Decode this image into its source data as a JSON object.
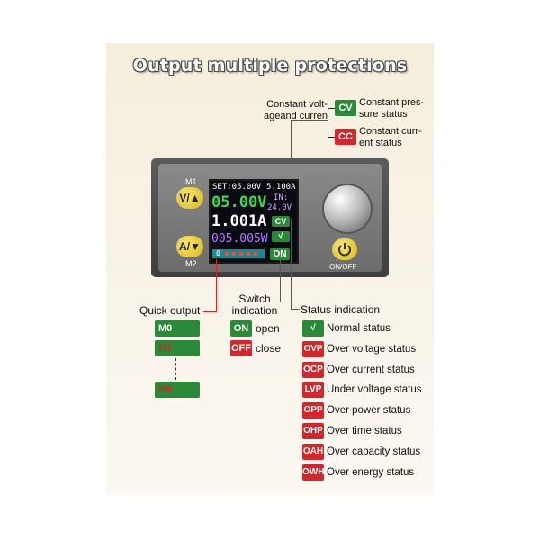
{
  "title": "Output multiple protections",
  "top_labels": {
    "cv_group": "Constant volt-\nageand curren",
    "cv_badge": "CV",
    "cv_desc": "Constant pres-\nsure status",
    "cc_badge": "CC",
    "cc_desc": "Constant curr-\nent status"
  },
  "screen": {
    "set_line": "SET:05.00V",
    "set_current": "5.100A",
    "in_label": "IN:",
    "in_value": "24.0V",
    "voltage": "05.00V",
    "current": "1.001A",
    "power": "005.005W",
    "cv": "CV",
    "check": "√",
    "on": "ON",
    "slot": "0"
  },
  "device": {
    "m1_label": "M1",
    "key1": "V/▲",
    "key2": "A/▼",
    "m2_label": "M2",
    "onoff_label": "ON/OFF"
  },
  "callouts": {
    "quick_output": "Quick output",
    "switch_indication": "Switch\nindication",
    "status_indication": "Status indication"
  },
  "quick": [
    "M0",
    "M1",
    "M9"
  ],
  "switch": [
    {
      "badge": "ON",
      "label": "open"
    },
    {
      "badge": "OFF",
      "label": "close"
    }
  ],
  "status": [
    {
      "badge": "√",
      "label": "Normal status",
      "color": "#2b8a3a"
    },
    {
      "badge": "OVP",
      "label": "Over voltage status",
      "color": "#d4262b"
    },
    {
      "badge": "OCP",
      "label": "Over current status",
      "color": "#d4262b"
    },
    {
      "badge": "LVP",
      "label": "Under voltage status",
      "color": "#d4262b"
    },
    {
      "badge": "OPP",
      "label": "Over power status",
      "color": "#d4262b"
    },
    {
      "badge": "OHP",
      "label": "Over time status",
      "color": "#d4262b"
    },
    {
      "badge": "OAH",
      "label": "Over capacity status",
      "color": "#d4262b"
    },
    {
      "badge": "OWH",
      "label": "Over energy status",
      "color": "#d4262b"
    }
  ],
  "colors": {
    "screen_voltage": "#31e04a",
    "screen_current": "#ffffff",
    "screen_power": "#b57bff",
    "screen_set": "#ffffff",
    "screen_in": "#cfa6ff",
    "badge_green": "#2b8a3a",
    "badge_red": "#d4262b"
  }
}
